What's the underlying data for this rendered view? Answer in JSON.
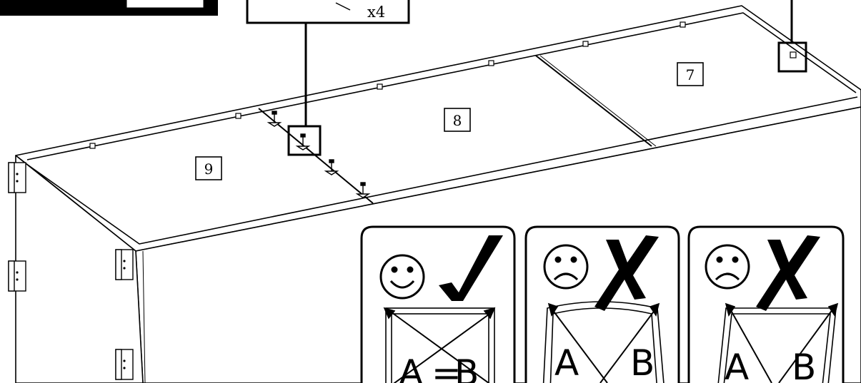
{
  "callouts": {
    "left_quantity": "x4"
  },
  "panels": {
    "panel_7": "7",
    "panel_8": "8",
    "panel_9": "9"
  },
  "checks": [
    {
      "status": "correct",
      "label_a": "A",
      "label_eq": "=",
      "label_b": "B"
    },
    {
      "status": "wrong",
      "label_a": "A",
      "label_b": "B"
    },
    {
      "status": "wrong",
      "label_a": "A",
      "label_b": "B"
    }
  ]
}
